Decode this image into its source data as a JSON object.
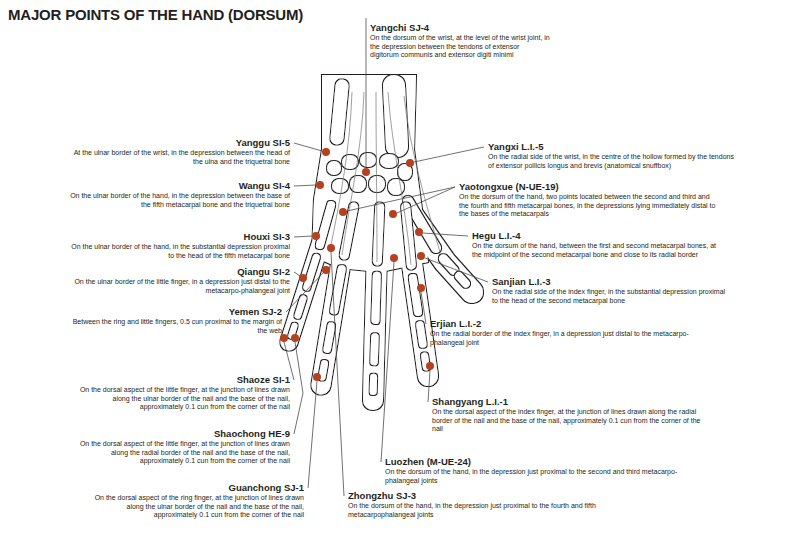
{
  "diagram": {
    "title": "MAJOR POINTS OF THE HAND (DORSUM)",
    "labels": [
      "Yangchi SJ-4",
      "On the dorsum of the wrist, at the level of the wrist joint, in the depression between the tendons of extensor digitorum communis and extensor digiti minimi",
      "Yanggu SI-5",
      "At the ulnar border of the wrist, in the depression between the head of the ulna and the triquetral bone",
      "Yangxi L.I.-5",
      "On the radial side of the wrist, in the centre of the hollow formed by the tendons of extensor pollicis longus and brevis (anatomical snuffbox)",
      "Wangu SI-4",
      "On the ulnar border of the hand, in the depression between the base of the fifth metacarpal bone and the triquetral bone",
      "Yaotongxue (N-UE-19)",
      "On the dorsum of the hand, two points located between the second and third and the fourth and fifth metacarpal bones, in the depressions lying immediately distal to the bases of the metacarpals",
      "Houxi SI-3",
      "On the ulnar border of the hand, in the substantial depression proximal to the head of the fifth metacarpal bone",
      "Hegu L.I.-4",
      "On the dorsum of the hand, between the first and second metacarpal bones, at the midpoint of the second metacarpal bone and close to its radial border",
      "Sanjian L.I.-3",
      "On the radial side of the index finger, in the substantial depression proximal to the head of the second metacarpal bone",
      "Qiangu SI-2",
      "On the ulnar border of the little finger, in a depression just distal to the metacarpo-phalangeal joint",
      "Yemen SJ-2",
      "Between the ring and little fingers, 0.5 cun proximal to the margin of the web",
      "Erjian L.I.-2",
      "On the radial border of the index finger, in a depression just distal to the metacarpo-phalangeal joint",
      "Shaoze SI-1",
      "On the dorsal aspect of the little finger, at the junction of lines drawn along the ulnar border of the nail and the base of the nail, approximately 0.1 cun from the corner of the nail",
      "Shangyang L.I.-1",
      "On the dorsal aspect of the index finger, at the junction of lines drawn along the radial border of the nail and the base of the nail, approximately 0.1 cun from the corner of the nail",
      "Shaochong HE-9",
      "On the dorsal aspect of the little finger, at the junction of lines drawn along the radial border of the nail and the base of the nail, approximately 0.1 cun from the corner of the nail",
      "Luozhen (M-UE-24)",
      "On the dorsum of the hand, in the depression just proximal to the second and third metacarpo-phalangeal joints",
      "Guanchong SJ-1",
      "On the dorsal aspect of the ring finger, at the junction of lines drawn along the ulnar border of the nail and the base of the nail, approximately 0.1 cun from the corner of the nail",
      "Zhongzhu SJ-3",
      "On the dorsum of the hand, in the depression just proximal to the fourth and fifth metacarpophalangeal joints"
    ]
  }
}
